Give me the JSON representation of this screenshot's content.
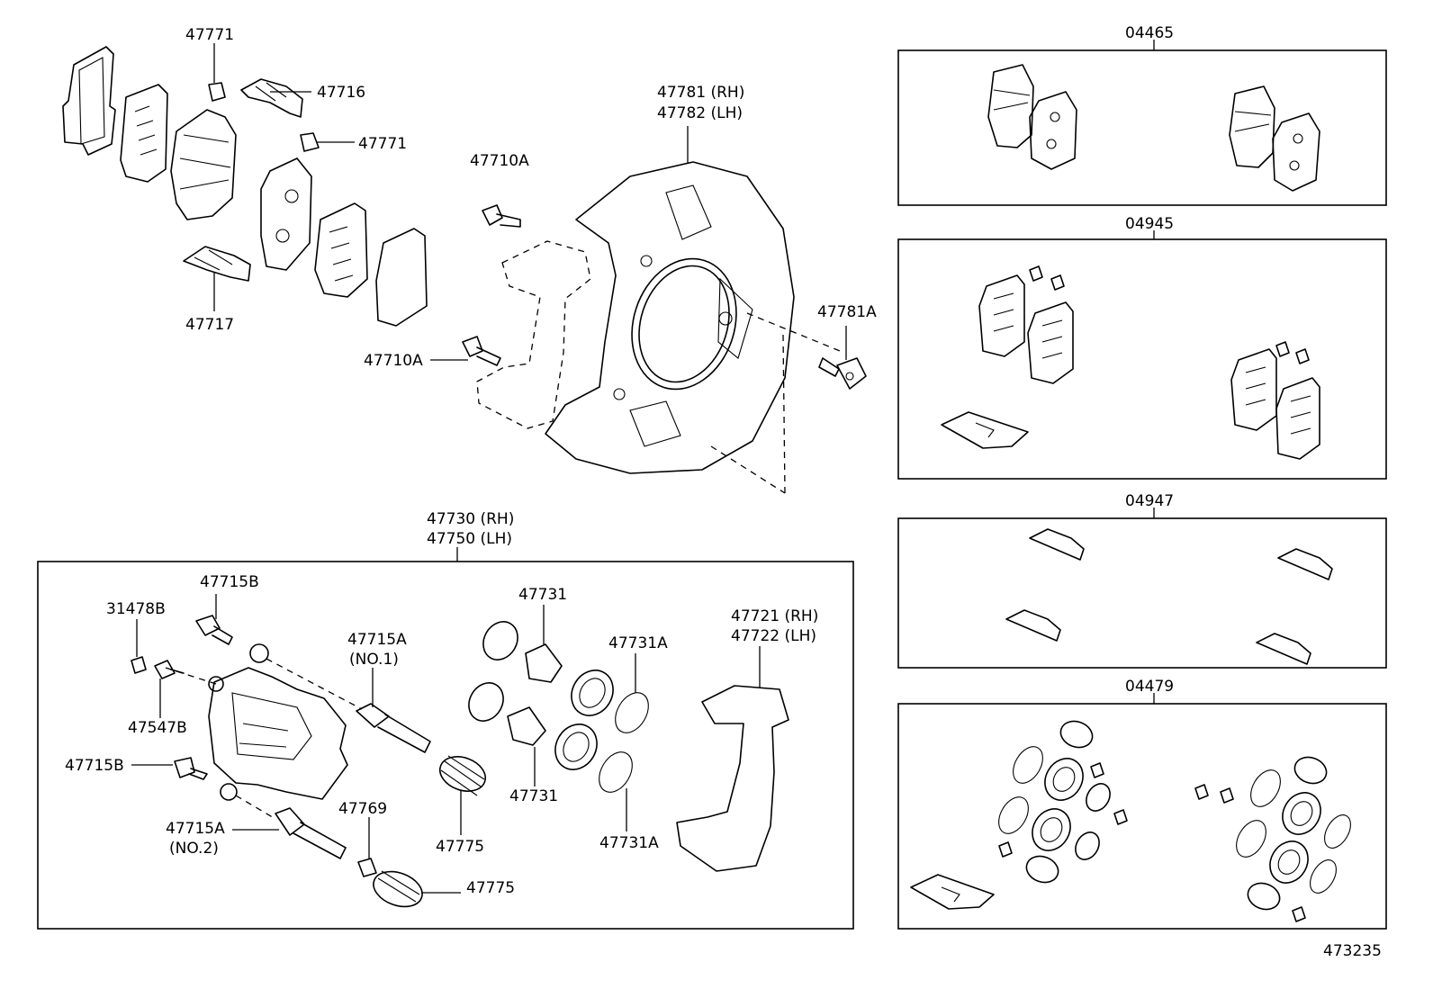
{
  "labels": {
    "p47771_a": "47771",
    "p47716": "47716",
    "p47771_b": "47771",
    "p47717": "47717",
    "p47710A_a": "47710A",
    "p47710A_b": "47710A",
    "p47781_rh": "47781 (RH)",
    "p47782_lh": "47782 (LH)",
    "p47781A": "47781A",
    "p47730_rh": "47730 (RH)",
    "p47750_lh": "47750 (LH)",
    "p47715B_a": "47715B",
    "p31478B": "31478B",
    "p47547B": "47547B",
    "p47715B_b": "47715B",
    "p47715A_1": "47715A",
    "p47715A_1_note": "(NO.1)",
    "p47715A_2": "47715A",
    "p47715A_2_note": "(NO.2)",
    "p47769": "47769",
    "p47775_a": "47775",
    "p47775_b": "47775",
    "p47731_a": "47731",
    "p47731_b": "47731",
    "p47731A_a": "47731A",
    "p47731A_b": "47731A",
    "p47721_rh": "47721 (RH)",
    "p47722_lh": "47722 (LH)",
    "kit_04465": "04465",
    "kit_04945": "04945",
    "kit_04947": "04947",
    "kit_04479": "04479",
    "figure_number": "473235"
  }
}
